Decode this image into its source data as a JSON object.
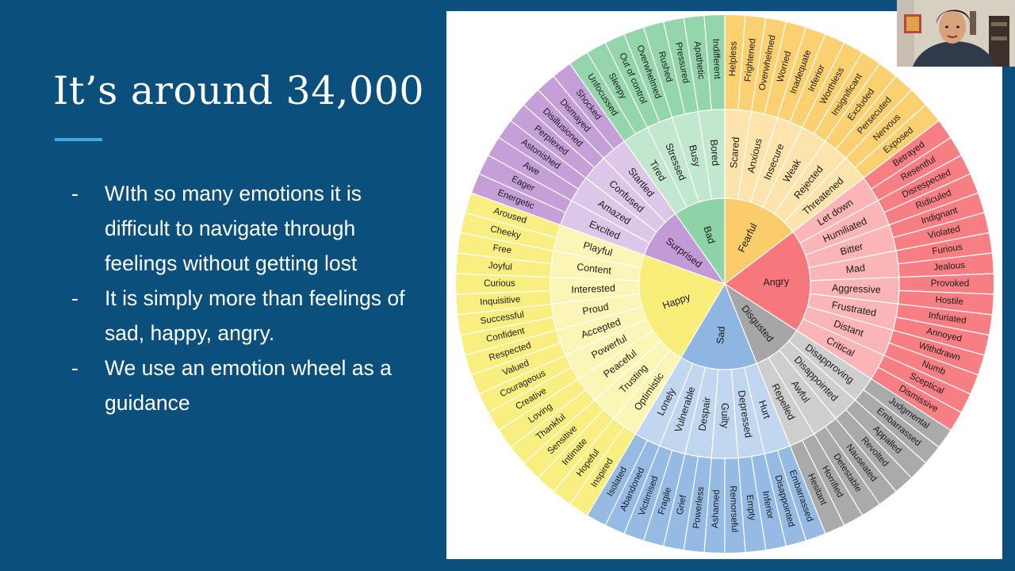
{
  "slide": {
    "title": "It’s around 34,000",
    "bullets": [
      {
        "dash": "-",
        "text": "WIth so many emotions it is difficult to navigate through feelings without getting lost"
      },
      {
        "dash": "-",
        "text": "It is simply more than feelings of sad, happy, angry."
      },
      {
        "dash": "-",
        "text": "We use an emotion wheel as a guidance"
      }
    ],
    "accent_color": "#3fa9e0",
    "background_color": "#0b4f7c"
  },
  "wheel": {
    "groups": [
      {
        "core": "Fearful",
        "color": "#fbcd6a",
        "mid": [
          {
            "label": "Scared",
            "outer": [
              "Helpless",
              "Frightened"
            ]
          },
          {
            "label": "Anxious",
            "outer": [
              "Overwhelmed",
              "Worried"
            ]
          },
          {
            "label": "Insecure",
            "outer": [
              "Inadequate",
              "Inferior"
            ]
          },
          {
            "label": "Weak",
            "outer": [
              "Worthless",
              "Insignificant"
            ]
          },
          {
            "label": "Rejected",
            "outer": [
              "Excluded",
              "Persecuted"
            ]
          },
          {
            "label": "Threatened",
            "outer": [
              "Nervous",
              "Exposed"
            ]
          }
        ]
      },
      {
        "core": "Angry",
        "color": "#f7787c",
        "mid": [
          {
            "label": "Let down",
            "outer": [
              "Betrayed",
              "Resentful"
            ]
          },
          {
            "label": "Humiliated",
            "outer": [
              "Disrespected",
              "Ridiculed"
            ]
          },
          {
            "label": "Bitter",
            "outer": [
              "Indignant",
              "Violated"
            ]
          },
          {
            "label": "Mad",
            "outer": [
              "Furious",
              "Jealous"
            ]
          },
          {
            "label": "Aggressive",
            "outer": [
              "Provoked",
              "Hostile"
            ]
          },
          {
            "label": "Frustrated",
            "outer": [
              "Infuriated",
              "Annoyed"
            ]
          },
          {
            "label": "Distant",
            "outer": [
              "Withdrawn",
              "Numb"
            ]
          },
          {
            "label": "Critical",
            "outer": [
              "Sceptical",
              "Dismissive"
            ]
          }
        ]
      },
      {
        "core": "Disgusted",
        "color": "#a6a6a6",
        "mid": [
          {
            "label": "Disapproving",
            "outer": [
              "Judgmental",
              "Embarrassed"
            ]
          },
          {
            "label": "Disappointed",
            "outer": [
              "Appalled",
              "Revolted"
            ]
          },
          {
            "label": "Awful",
            "outer": [
              "Nauseated",
              "Detestable"
            ]
          },
          {
            "label": "Repelled",
            "outer": [
              "Horrified",
              "Hesitant"
            ]
          }
        ]
      },
      {
        "core": "Sad",
        "color": "#8fb6e3",
        "mid": [
          {
            "label": "Hurt",
            "outer": [
              "Embarrassed",
              "Disappointed"
            ]
          },
          {
            "label": "Depressed",
            "outer": [
              "Inferior",
              "Empty"
            ]
          },
          {
            "label": "Guilty",
            "outer": [
              "Remorseful",
              "Ashamed"
            ]
          },
          {
            "label": "Despair",
            "outer": [
              "Powerless",
              "Grief"
            ]
          },
          {
            "label": "Vulnerable",
            "outer": [
              "Fragile",
              "Victimised"
            ]
          },
          {
            "label": "Lonely",
            "outer": [
              "Abandoned",
              "Isolated"
            ]
          }
        ]
      },
      {
        "core": "Happy",
        "color": "#f9ee7a",
        "mid": [
          {
            "label": "Optimistic",
            "outer": [
              "Inspired",
              "Hopeful"
            ]
          },
          {
            "label": "Trusting",
            "outer": [
              "Intimate",
              "Sensitive"
            ]
          },
          {
            "label": "Peaceful",
            "outer": [
              "Thankful",
              "Loving"
            ]
          },
          {
            "label": "Powerful",
            "outer": [
              "Creative",
              "Courageous"
            ]
          },
          {
            "label": "Accepted",
            "outer": [
              "Valued",
              "Respected"
            ]
          },
          {
            "label": "Proud",
            "outer": [
              "Confident",
              "Successful"
            ]
          },
          {
            "label": "Interested",
            "outer": [
              "Inquisitive",
              "Curious"
            ]
          },
          {
            "label": "Content",
            "outer": [
              "Joyful",
              "Free"
            ]
          },
          {
            "label": "Playful",
            "outer": [
              "Cheeky",
              "Aroused"
            ]
          }
        ]
      },
      {
        "core": "Surprised",
        "color": "#c29ad6",
        "mid": [
          {
            "label": "Excited",
            "outer": [
              "Energetic",
              "Eager"
            ]
          },
          {
            "label": "Amazed",
            "outer": [
              "Awe",
              "Astonished"
            ]
          },
          {
            "label": "Confused",
            "outer": [
              "Perplexed",
              "Disillusioned"
            ]
          },
          {
            "label": "Startled",
            "outer": [
              "Dismayed",
              "Shocked"
            ]
          }
        ]
      },
      {
        "core": "Bad",
        "color": "#8ed3a8",
        "mid": [
          {
            "label": "Tired",
            "outer": [
              "Unfocussed",
              "Sleepy"
            ]
          },
          {
            "label": "Stressed",
            "outer": [
              "Out of control",
              "Overwhelmed"
            ]
          },
          {
            "label": "Busy",
            "outer": [
              "Rushed",
              "Pressured"
            ]
          },
          {
            "label": "Bored",
            "outer": [
              "Apathetic",
              "Indifferent"
            ]
          }
        ]
      }
    ]
  },
  "webcam": {
    "icon": "person-video-feed"
  }
}
